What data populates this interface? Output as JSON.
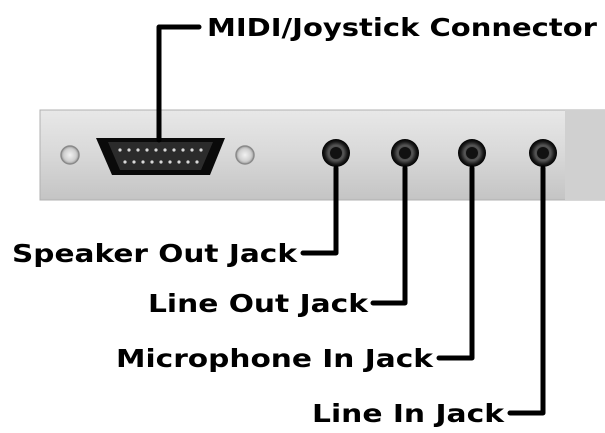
{
  "labels": {
    "midi_joystick_connector": "MIDI/Joystick Connector",
    "speaker_out_jack": "Speaker Out Jack",
    "line_out_jack": "Line Out Jack",
    "microphone_in_jack": "Microphone In Jack",
    "line_in_jack": "Line In Jack"
  }
}
